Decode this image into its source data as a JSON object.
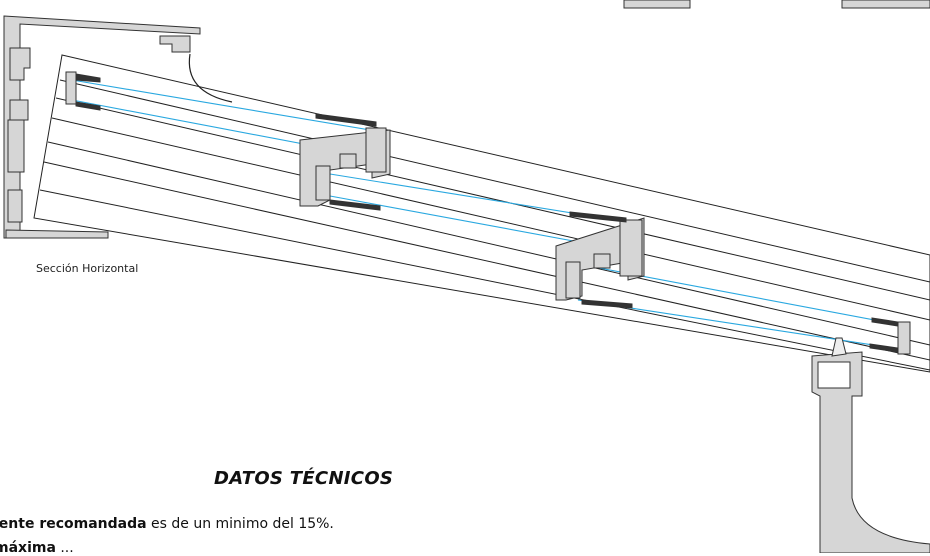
{
  "section_caption": "Sección Horizontal",
  "heading": "DATOS TÉCNICOS",
  "technical_lines": [
    {
      "lead": "iente recomandada",
      "rest": " es de un minimo del 15%."
    },
    {
      "lead": "máxima",
      "rest": " ..."
    }
  ],
  "colors": {
    "glass_line": "#29a8e0",
    "profile_stroke": "#333333",
    "profile_fill": "#d6d6d6",
    "outline": "#222222"
  }
}
